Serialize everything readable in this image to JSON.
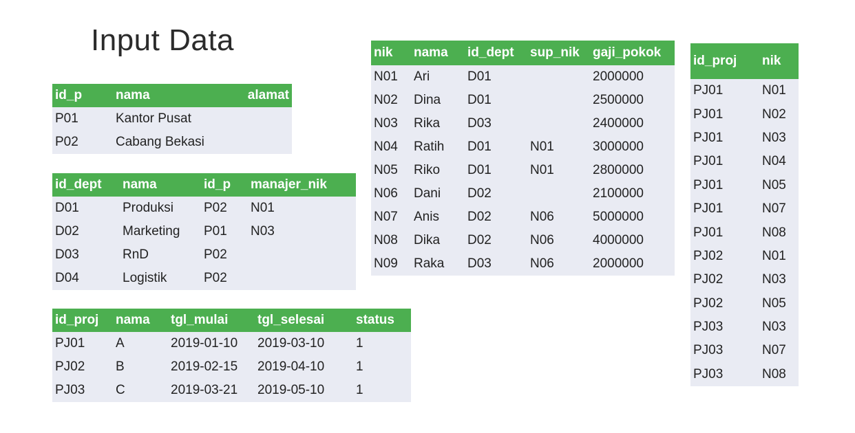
{
  "title": "Input Data",
  "tables": {
    "lokasi": {
      "headers": [
        "id_p",
        "nama",
        "alamat"
      ],
      "rows": [
        [
          "P01",
          "Kantor Pusat",
          ""
        ],
        [
          "P02",
          "Cabang Bekasi",
          ""
        ]
      ]
    },
    "departemen": {
      "headers": [
        "id_dept",
        "nama",
        "id_p",
        "manajer_nik"
      ],
      "rows": [
        [
          "D01",
          "Produksi",
          "P02",
          "N01"
        ],
        [
          "D02",
          "Marketing",
          "P01",
          "N03"
        ],
        [
          "D03",
          "RnD",
          "P02",
          ""
        ],
        [
          "D04",
          "Logistik",
          "P02",
          ""
        ]
      ]
    },
    "proyek": {
      "headers": [
        "id_proj",
        "nama",
        "tgl_mulai",
        "tgl_selesai",
        "status"
      ],
      "rows": [
        [
          "PJ01",
          "A",
          "2019-01-10",
          "2019-03-10",
          "1"
        ],
        [
          "PJ02",
          "B",
          "2019-02-15",
          "2019-04-10",
          "1"
        ],
        [
          "PJ03",
          "C",
          "2019-03-21",
          "2019-05-10",
          "1"
        ]
      ]
    },
    "pegawai": {
      "headers": [
        "nik",
        "nama",
        "id_dept",
        "sup_nik",
        "gaji_pokok"
      ],
      "rows": [
        [
          "N01",
          "Ari",
          "D01",
          "",
          "2000000"
        ],
        [
          "N02",
          "Dina",
          "D01",
          "",
          "2500000"
        ],
        [
          "N03",
          "Rika",
          "D03",
          "",
          "2400000"
        ],
        [
          "N04",
          "Ratih",
          "D01",
          "N01",
          "3000000"
        ],
        [
          "N05",
          "Riko",
          "D01",
          "N01",
          "2800000"
        ],
        [
          "N06",
          "Dani",
          "D02",
          "",
          "2100000"
        ],
        [
          "N07",
          "Anis",
          "D02",
          "N06",
          "5000000"
        ],
        [
          "N08",
          "Dika",
          "D02",
          "N06",
          "4000000"
        ],
        [
          "N09",
          "Raka",
          "D03",
          "N06",
          "2000000"
        ]
      ]
    },
    "kerja": {
      "headers": [
        "id_proj",
        "nik"
      ],
      "rows": [
        [
          "PJ01",
          "N01"
        ],
        [
          "PJ01",
          "N02"
        ],
        [
          "PJ01",
          "N03"
        ],
        [
          "PJ01",
          "N04"
        ],
        [
          "PJ01",
          "N05"
        ],
        [
          "PJ01",
          "N07"
        ],
        [
          "PJ01",
          "N08"
        ],
        [
          "PJ02",
          "N01"
        ],
        [
          "PJ02",
          "N03"
        ],
        [
          "PJ02",
          "N05"
        ],
        [
          "PJ03",
          "N03"
        ],
        [
          "PJ03",
          "N07"
        ],
        [
          "PJ03",
          "N08"
        ]
      ]
    }
  },
  "colors": {
    "header_bg": "#4caf50",
    "header_text": "#ffffff",
    "body_bg": "#e9ebf3"
  }
}
